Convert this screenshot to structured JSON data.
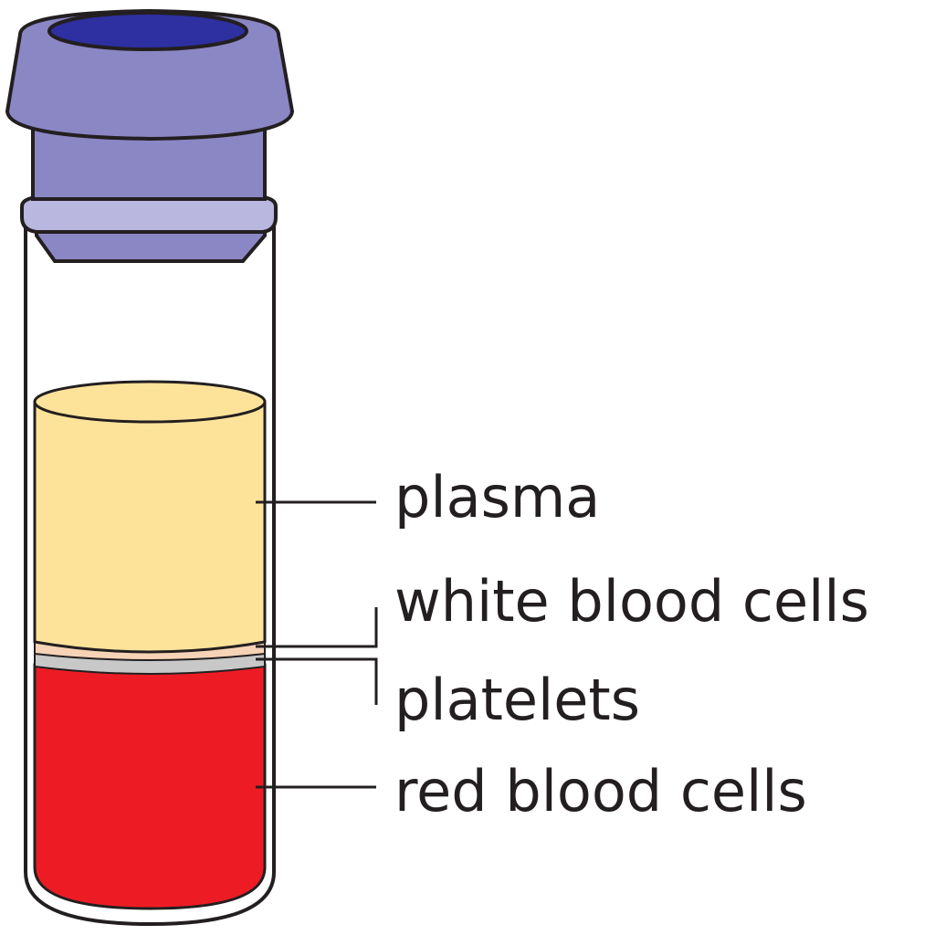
{
  "labels": {
    "plasma": "plasma",
    "white_blood_cells": "white blood cells",
    "platelets": "platelets",
    "red_blood_cells": "red blood cells"
  },
  "colors": {
    "cap_body": "#8b86c4",
    "cap_rim": "#b9b6e0",
    "cap_hole": "#2e2fa0",
    "plasma": "#fde39a",
    "white_blood_cells": "#f6d3b6",
    "platelets": "#c8c8c8",
    "red_blood_cells": "#ed1c24",
    "outline": "#231f20"
  }
}
